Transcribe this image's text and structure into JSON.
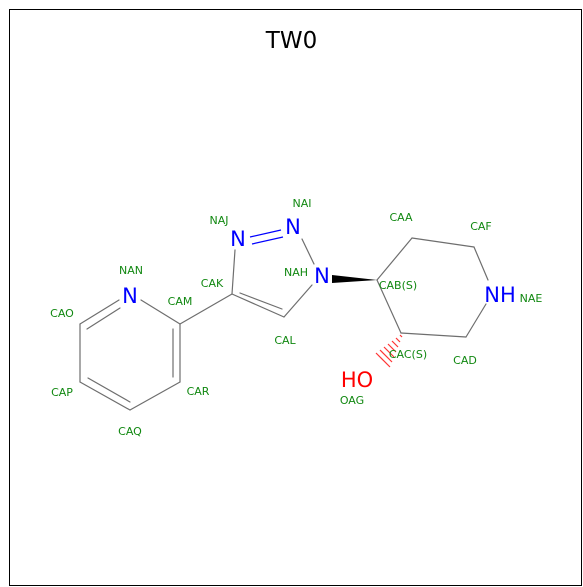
{
  "title": "TW0",
  "colors": {
    "bond": "#6e6e6e",
    "nitrogen": "#0000ff",
    "oxygen": "#ff0000",
    "atom_name": "#118811",
    "wedge": "#000000"
  },
  "heteroatoms": [
    {
      "id": "NAN",
      "label": "N",
      "element": "N"
    },
    {
      "id": "NAJ",
      "label": "N",
      "element": "N"
    },
    {
      "id": "NAI",
      "label": "N",
      "element": "N"
    },
    {
      "id": "NAH",
      "label": "N",
      "element": "N"
    },
    {
      "id": "NAE",
      "label": "NH",
      "element": "N"
    },
    {
      "id": "OAG",
      "label": "HO",
      "element": "O"
    }
  ],
  "atom_names": [
    {
      "id": "NAN",
      "text": "NAN"
    },
    {
      "id": "CAM",
      "text": "CAM"
    },
    {
      "id": "CAO",
      "text": "CAO"
    },
    {
      "id": "CAP",
      "text": "CAP"
    },
    {
      "id": "CAQ",
      "text": "CAQ"
    },
    {
      "id": "CAR",
      "text": "CAR"
    },
    {
      "id": "CAK",
      "text": "CAK"
    },
    {
      "id": "NAJ",
      "text": "NAJ"
    },
    {
      "id": "NAI",
      "text": "NAI"
    },
    {
      "id": "NAH",
      "text": "NAH"
    },
    {
      "id": "CAL",
      "text": "CAL"
    },
    {
      "id": "CAB",
      "text": "CAB(S)"
    },
    {
      "id": "CAA",
      "text": "CAA"
    },
    {
      "id": "CAF",
      "text": "CAF"
    },
    {
      "id": "NAE",
      "text": "NAE"
    },
    {
      "id": "CAD",
      "text": "CAD"
    },
    {
      "id": "CAC",
      "text": "CAC(S)"
    },
    {
      "id": "OAG",
      "text": "OAG"
    }
  ]
}
